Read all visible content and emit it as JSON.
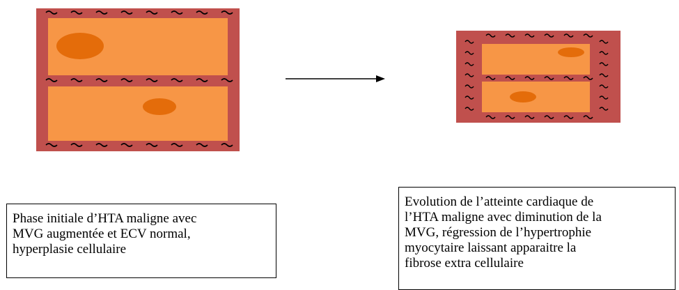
{
  "colors": {
    "wall": "#c0504d",
    "cell": "#f79646",
    "nucleus": "#e46c0a",
    "fibrosis_mark": "#000000",
    "arrow": "#000000",
    "caption_border": "#000000"
  },
  "captions": {
    "left": {
      "lines": [
        "Phase initiale d’HTA maligne avec",
        "MVG augmentée et ECV normal,",
        "hyperplasie cellulaire"
      ]
    },
    "right": {
      "lines": [
        "Evolution de l’atteinte cardiaque de",
        "l’HTA maligne avec diminution de la",
        "MVG, régression de l’hypertrophie",
        "myocytaire laissant apparaitre la",
        "fibrose extra cellulaire"
      ]
    }
  }
}
